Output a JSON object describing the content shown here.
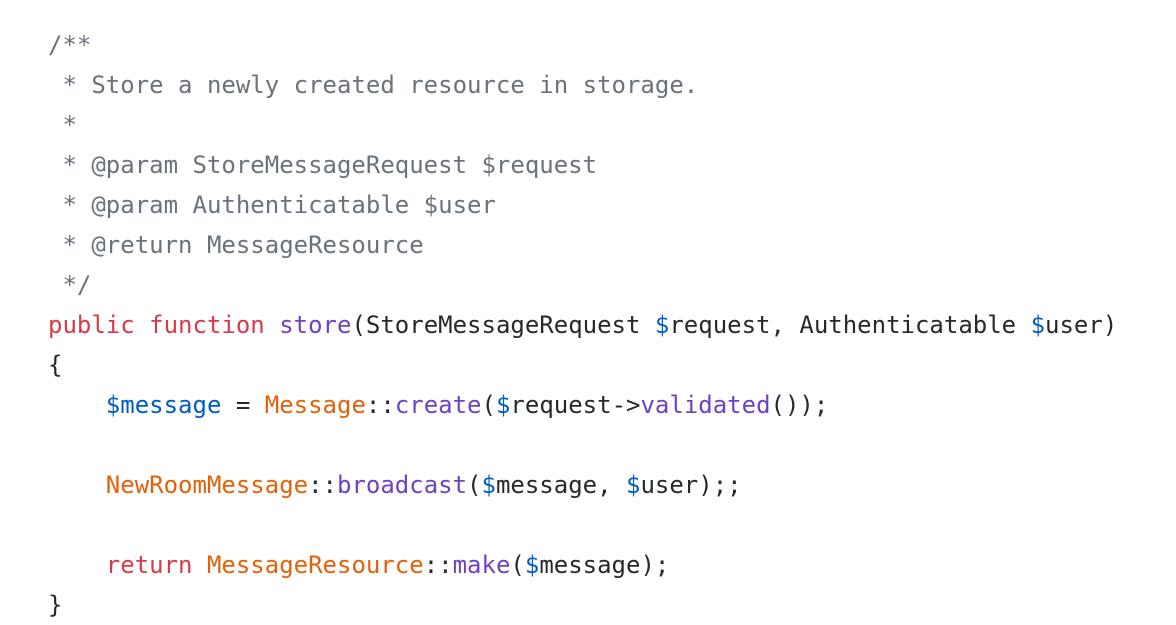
{
  "code": {
    "lines": [
      {
        "tokens": [
          {
            "text": "/**",
            "kind": "comment"
          }
        ]
      },
      {
        "tokens": [
          {
            "text": " * Store a newly created resource in storage.",
            "kind": "comment"
          }
        ]
      },
      {
        "tokens": [
          {
            "text": " *",
            "kind": "comment"
          }
        ]
      },
      {
        "tokens": [
          {
            "text": " * @param StoreMessageRequest $request",
            "kind": "comment"
          }
        ]
      },
      {
        "tokens": [
          {
            "text": " * @param Authenticatable $user",
            "kind": "comment"
          }
        ]
      },
      {
        "tokens": [
          {
            "text": " * @return MessageResource",
            "kind": "comment"
          }
        ]
      },
      {
        "tokens": [
          {
            "text": " */",
            "kind": "comment"
          }
        ]
      },
      {
        "tokens": [
          {
            "text": "public",
            "kind": "kw"
          },
          {
            "text": " ",
            "kind": "plain"
          },
          {
            "text": "function",
            "kind": "kw"
          },
          {
            "text": " ",
            "kind": "plain"
          },
          {
            "text": "store",
            "kind": "fn"
          },
          {
            "text": "(StoreMessageRequest ",
            "kind": "plain"
          },
          {
            "text": "$",
            "kind": "var"
          },
          {
            "text": "request, Authenticatable ",
            "kind": "plain"
          },
          {
            "text": "$",
            "kind": "var"
          },
          {
            "text": "user)",
            "kind": "plain"
          }
        ]
      },
      {
        "tokens": [
          {
            "text": "{",
            "kind": "plain"
          }
        ]
      },
      {
        "tokens": [
          {
            "text": "    ",
            "kind": "plain"
          },
          {
            "text": "$message",
            "kind": "var"
          },
          {
            "text": " = ",
            "kind": "plain"
          },
          {
            "text": "Message",
            "kind": "cls"
          },
          {
            "text": "::",
            "kind": "plain"
          },
          {
            "text": "create",
            "kind": "fn"
          },
          {
            "text": "(",
            "kind": "plain"
          },
          {
            "text": "$",
            "kind": "var"
          },
          {
            "text": "request->",
            "kind": "plain"
          },
          {
            "text": "validated",
            "kind": "fn"
          },
          {
            "text": "());",
            "kind": "plain"
          }
        ]
      },
      {
        "tokens": [
          {
            "text": "",
            "kind": "plain"
          }
        ]
      },
      {
        "tokens": [
          {
            "text": "    ",
            "kind": "plain"
          },
          {
            "text": "NewRoomMessage",
            "kind": "cls"
          },
          {
            "text": "::",
            "kind": "plain"
          },
          {
            "text": "broadcast",
            "kind": "fn"
          },
          {
            "text": "(",
            "kind": "plain"
          },
          {
            "text": "$",
            "kind": "var"
          },
          {
            "text": "message, ",
            "kind": "plain"
          },
          {
            "text": "$",
            "kind": "var"
          },
          {
            "text": "user);;",
            "kind": "plain"
          }
        ]
      },
      {
        "tokens": [
          {
            "text": "",
            "kind": "plain"
          }
        ]
      },
      {
        "tokens": [
          {
            "text": "    ",
            "kind": "plain"
          },
          {
            "text": "return",
            "kind": "kw"
          },
          {
            "text": " ",
            "kind": "plain"
          },
          {
            "text": "MessageResource",
            "kind": "cls"
          },
          {
            "text": "::",
            "kind": "plain"
          },
          {
            "text": "make",
            "kind": "fn"
          },
          {
            "text": "(",
            "kind": "plain"
          },
          {
            "text": "$",
            "kind": "var"
          },
          {
            "text": "message);",
            "kind": "plain"
          }
        ]
      },
      {
        "tokens": [
          {
            "text": "}",
            "kind": "plain"
          }
        ]
      }
    ]
  },
  "colors": {
    "comment": "#6a737d",
    "keyword": "#d73a49",
    "function": "#6f42c1",
    "class": "#e36209",
    "variable": "#005cc5",
    "text": "#24292e",
    "background": "#ffffff"
  }
}
